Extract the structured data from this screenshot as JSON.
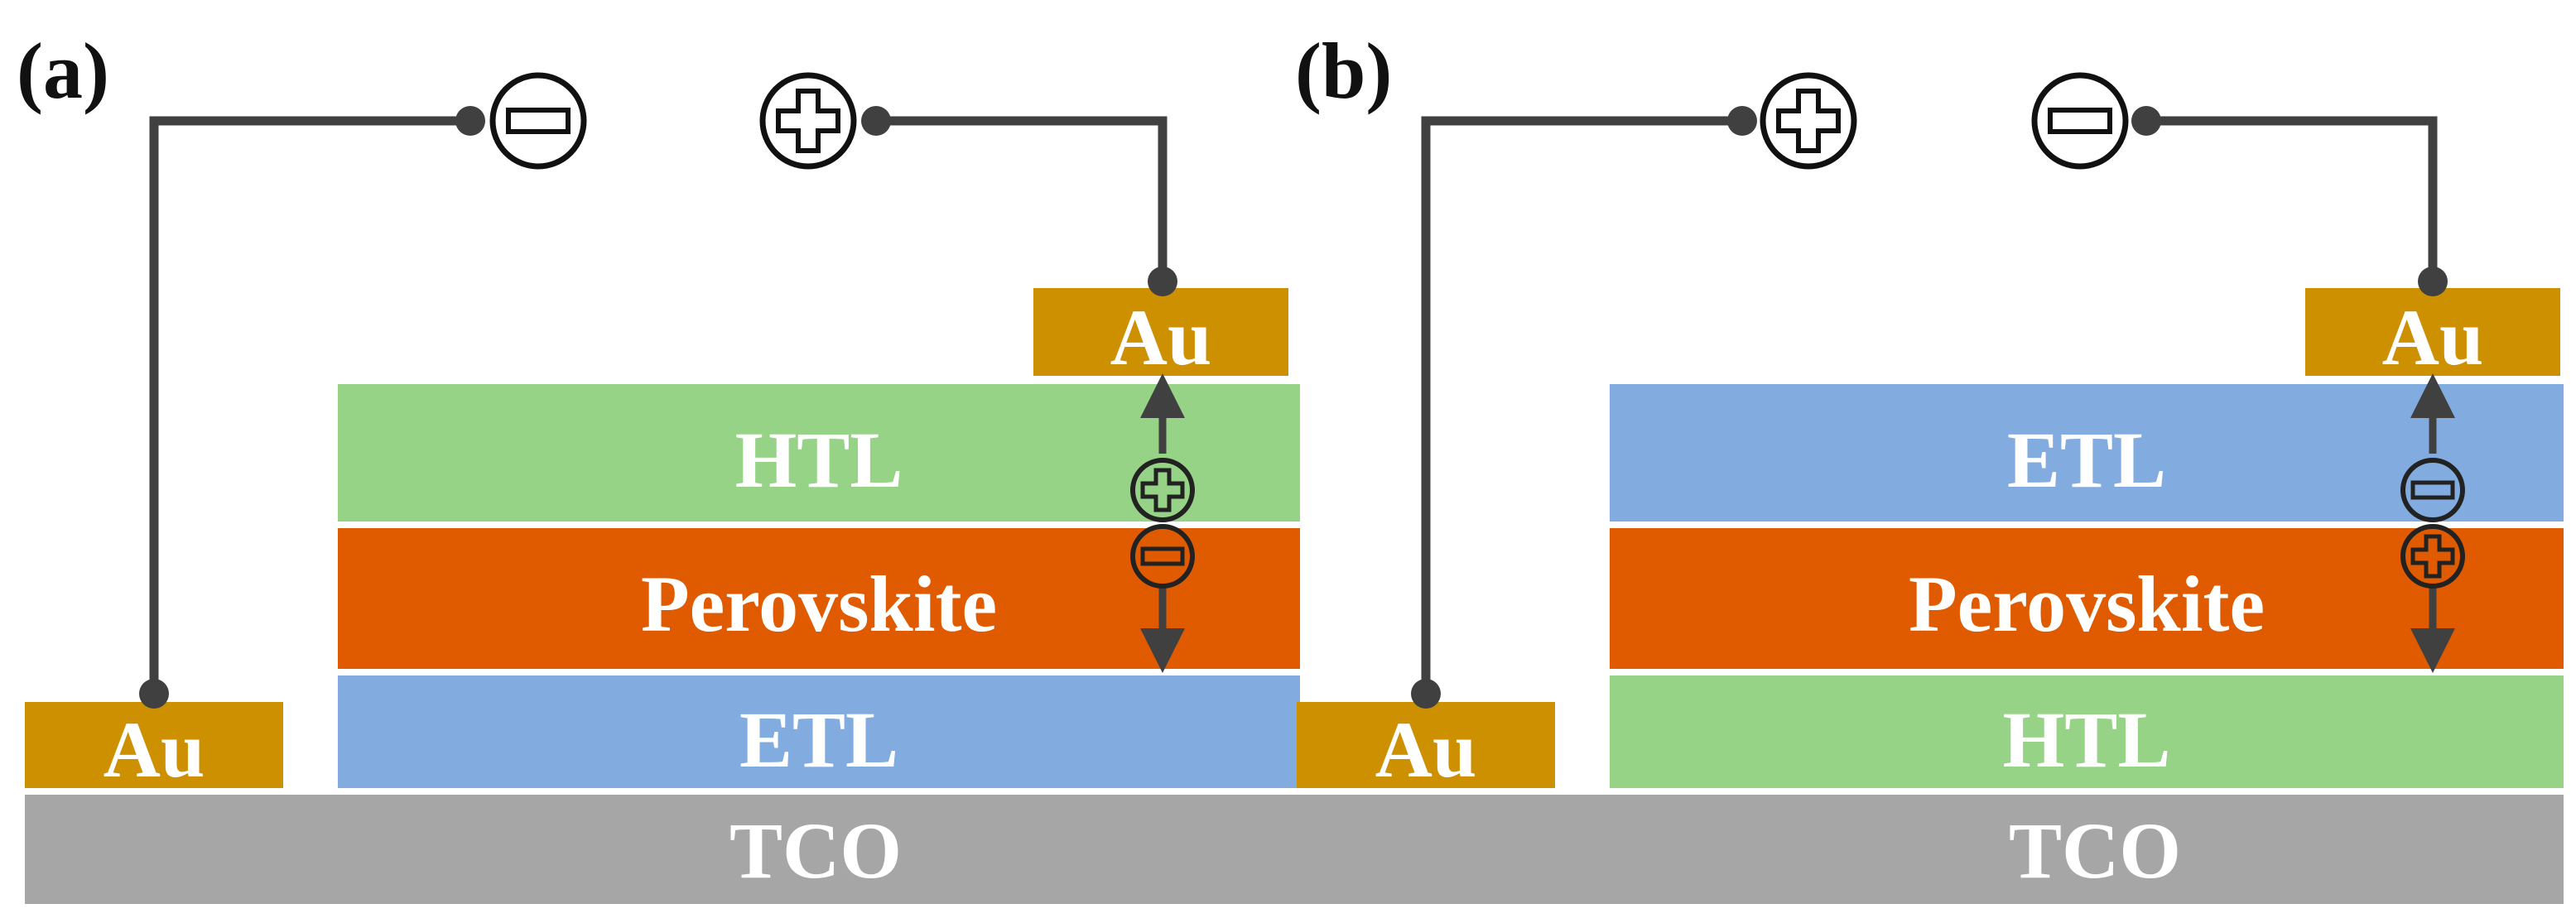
{
  "colors": {
    "au": "#CC9000",
    "htl": "#96D387",
    "etl": "#82ACDF",
    "perovskite": "#E05A00",
    "tco": "#A6A6A6",
    "wire": "#404040",
    "label_text": "#FFFFFF"
  },
  "panel_a": {
    "label": "(a)",
    "layers": {
      "top_electrode": "Au",
      "upper_transport": "HTL",
      "absorber": "Perovskite",
      "lower_transport": "ETL",
      "substrate": "TCO",
      "side_electrode": "Au"
    },
    "terminals": {
      "left": "minus",
      "right": "plus"
    },
    "carriers": {
      "upper": "plus",
      "lower": "minus"
    }
  },
  "panel_b": {
    "label": "(b)",
    "layers": {
      "top_electrode": "Au",
      "upper_transport": "ETL",
      "absorber": "Perovskite",
      "lower_transport": "HTL",
      "substrate": "TCO",
      "side_electrode": "Au"
    },
    "terminals": {
      "left": "plus",
      "right": "minus"
    },
    "carriers": {
      "upper": "minus",
      "lower": "plus"
    }
  }
}
